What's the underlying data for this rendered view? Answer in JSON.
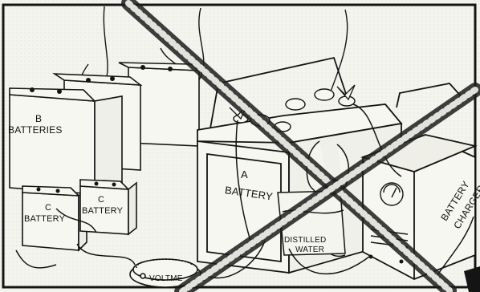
{
  "labels": {
    "b_batteries_line1": "B",
    "b_batteries_line2": "BATTERIES",
    "c_battery_left_line1": "C",
    "c_battery_left_line2": "BATTERY",
    "c_battery_right_line1": "C",
    "c_battery_right_line2": "BATTERY",
    "a_battery_line1": "A",
    "a_battery_line2": "BATTERY",
    "distilled_line1": "DISTILLED",
    "distilled_line2": "WATER",
    "charger_line1": "BATTERY",
    "charger_line2": "CHARGER",
    "voltmeter": "VOLTME"
  },
  "colors": {
    "ink": "#141414",
    "paper": "#f4f4ef",
    "hatch": "#1e1e1e"
  }
}
